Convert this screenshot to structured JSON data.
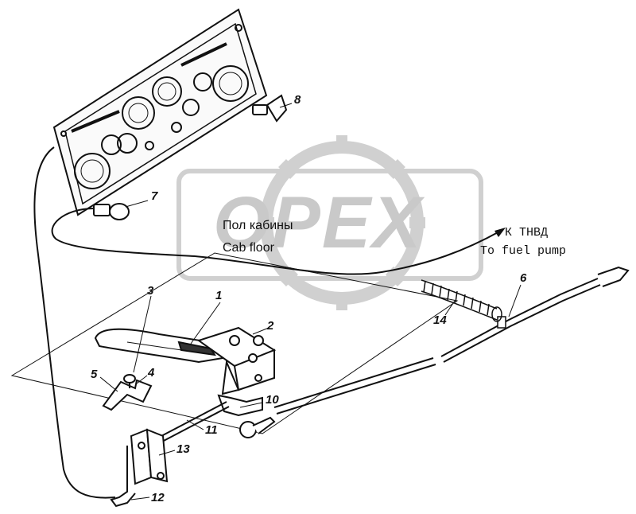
{
  "labels": {
    "cab_floor_ru": "Пол кабины",
    "cab_floor_en": "Cab floor",
    "fuel_pump_ru": "К ТНВД",
    "fuel_pump_en": "To fuel pump"
  },
  "callouts": [
    "1",
    "2",
    "3",
    "4",
    "5",
    "6",
    "7",
    "8",
    "10",
    "11",
    "12",
    "13",
    "14"
  ],
  "watermark": {
    "text": "OPEX",
    "color": "#c9c9c9"
  },
  "colors": {
    "line": "#111111",
    "watermark": "#d0d0d0"
  }
}
